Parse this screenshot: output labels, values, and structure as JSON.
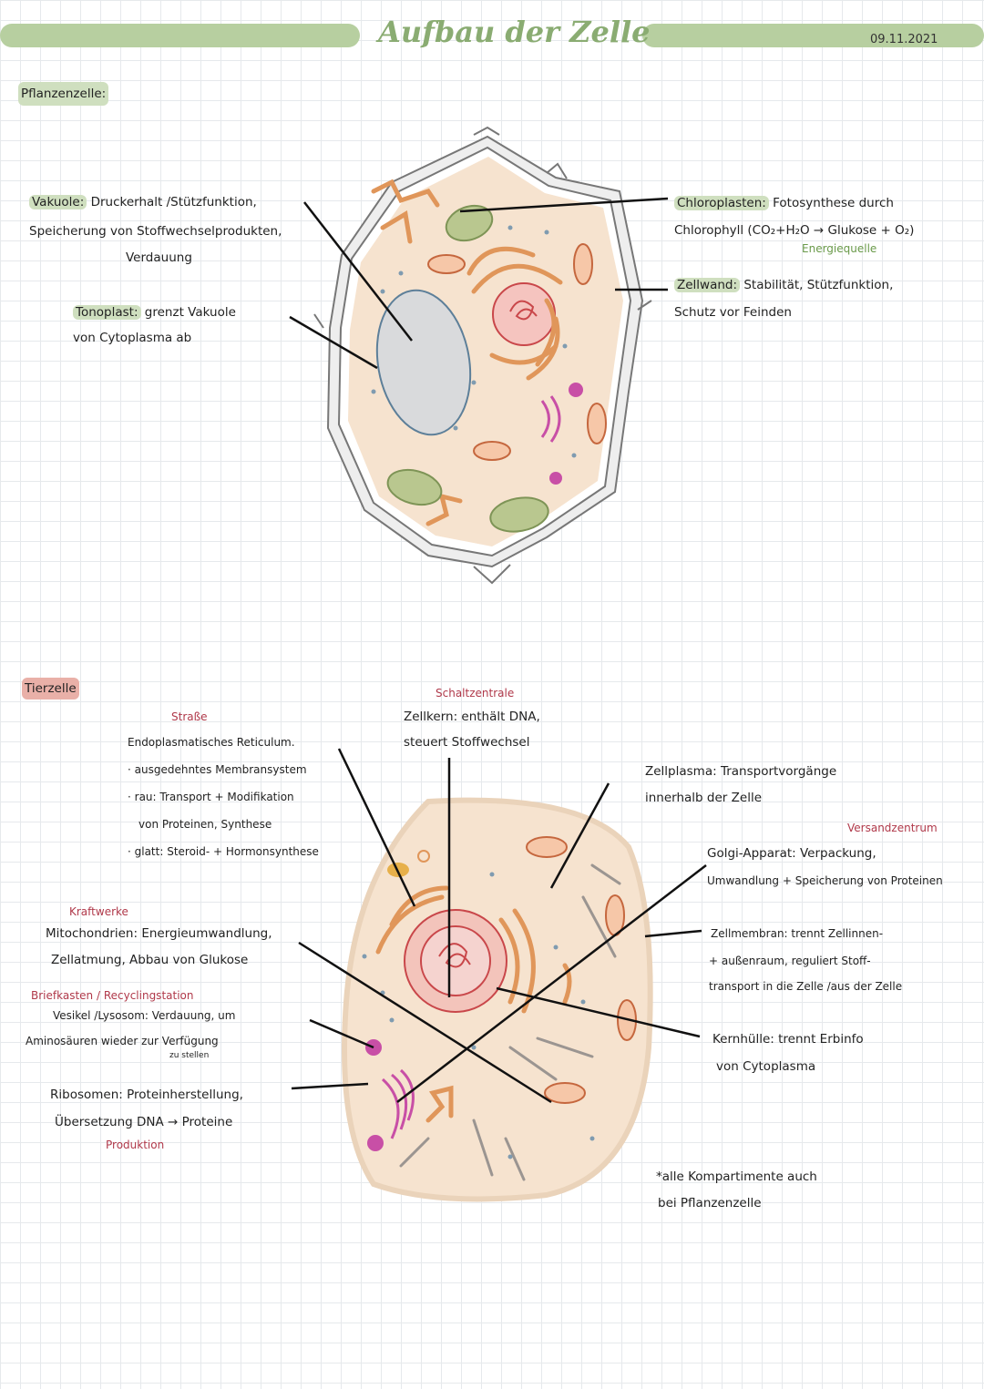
{
  "header": {
    "title": "Aufbau der Zelle",
    "date": "09.11.2021"
  },
  "plant": {
    "heading": "Pflanzenzelle:",
    "vakuole": {
      "term": "Vakuole:",
      "line1": "Druckerhalt /Stützfunktion,",
      "line2": "Speicherung von Stoffwechselprodukten,",
      "line3": "Verdauung"
    },
    "tonoplast": {
      "term": "Tonoplast:",
      "line1": "grenzt Vakuole",
      "line2": "von Cytoplasma ab"
    },
    "chloroplasten": {
      "term": "Chloroplasten:",
      "line1": "Fotosynthese durch",
      "line2": "Chlorophyll (CO₂+H₂O → Glukose + O₂)",
      "note": "Energiequelle"
    },
    "zellwand": {
      "term": "Zellwand:",
      "line1": "Stabilität, Stützfunktion,",
      "line2": "Schutz vor Feinden"
    }
  },
  "animal": {
    "heading": "Tierzelle",
    "zellkern": {
      "nickname": "Schaltzentrale",
      "line1": "Zellkern: enthält DNA,",
      "line2": "steuert Stoffwechsel"
    },
    "er": {
      "nickname": "Straße",
      "line1": "Endoplasmatisches Reticulum.",
      "line2": "· ausgedehntes Membransystem",
      "line3": "· rau: Transport + Modifikation",
      "line4": "von Proteinen, Synthese",
      "line5": "· glatt: Steroid- + Hormonsynthese"
    },
    "mito": {
      "nickname": "Kraftwerke",
      "line1": "Mitochondrien: Energieumwandlung,",
      "line2": "Zellatmung, Abbau von Glukose"
    },
    "vesikel": {
      "nickname": "Briefkasten / Recyclingstation",
      "line1": "Vesikel /Lysosom: Verdauung, um",
      "line2": "Aminosäuren wieder zur Verfügung",
      "line3": "zu stellen"
    },
    "ribosomen": {
      "line1": "Ribosomen: Proteinherstellung,",
      "line2": "Übersetzung DNA → Proteine",
      "note": "Produktion"
    },
    "zellplasma": {
      "line1": "Zellplasma: Transportvorgänge",
      "line2": "innerhalb der Zelle"
    },
    "golgi": {
      "nickname": "Versandzentrum",
      "line1": "Golgi-Apparat: Verpackung,",
      "line2": "Umwandlung + Speicherung von Proteinen"
    },
    "membran": {
      "line1": "Zellmembran: trennt Zellinnen-",
      "line2": "+ außenraum, reguliert Stoff-",
      "line3": "transport in die Zelle /aus der Zelle"
    },
    "kernhuelle": {
      "line1": "Kernhülle: trennt Erbinfo",
      "line2": "von Cytoplasma"
    },
    "footnote": {
      "line1": "*alle Kompartimente auch",
      "line2": "bei Pflanzenzelle"
    }
  },
  "colors": {
    "green_accent": "#b7cfa0",
    "red_accent": "#e9b0a8",
    "cytoplasm": "#f6e3cf",
    "er_orange": "#e0965a",
    "nucleus_red": "#c9474a",
    "chloroplast": "#b9c78f",
    "golgi_pink": "#c84fa6"
  }
}
